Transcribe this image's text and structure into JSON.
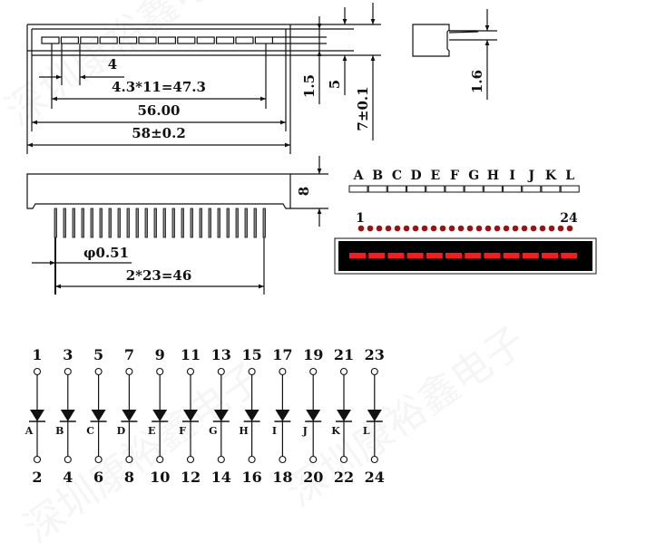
{
  "watermark": "深圳康裕鑫电子",
  "top_view": {
    "dim_pitch": "4",
    "dim_segment_span": "4.3*11=47.3",
    "dim_inner_width": "56.00",
    "dim_overall_width": "58±0.2",
    "dim_window_height": "1.5",
    "dim_body_inner": "5",
    "dim_body_height": "7±0.1",
    "segment_count": 12
  },
  "side_view": {
    "dim_lead_thickness": "1.6"
  },
  "front_view": {
    "dim_height": "8",
    "dim_pin_diameter": "φ0.51",
    "dim_pin_span": "2*23=46",
    "pin_count": 24
  },
  "segment_diagram": {
    "labels": [
      "A",
      "B",
      "C",
      "D",
      "E",
      "F",
      "G",
      "H",
      "I",
      "J",
      "K",
      "L"
    ],
    "pin_first": "1",
    "pin_last": "24",
    "dot_count": 24,
    "dot_color": "#a01010",
    "lit_color": "#ff1a1a",
    "bezel_color": "#000000"
  },
  "schematic": {
    "anode_pins": [
      "1",
      "3",
      "5",
      "7",
      "9",
      "11",
      "13",
      "15",
      "17",
      "19",
      "21",
      "23"
    ],
    "cathode_pins": [
      "2",
      "4",
      "6",
      "8",
      "10",
      "12",
      "14",
      "16",
      "18",
      "20",
      "22",
      "24"
    ],
    "diode_labels": [
      "A",
      "B",
      "C",
      "D",
      "E",
      "F",
      "G",
      "H",
      "I",
      "J",
      "K",
      "L"
    ]
  }
}
